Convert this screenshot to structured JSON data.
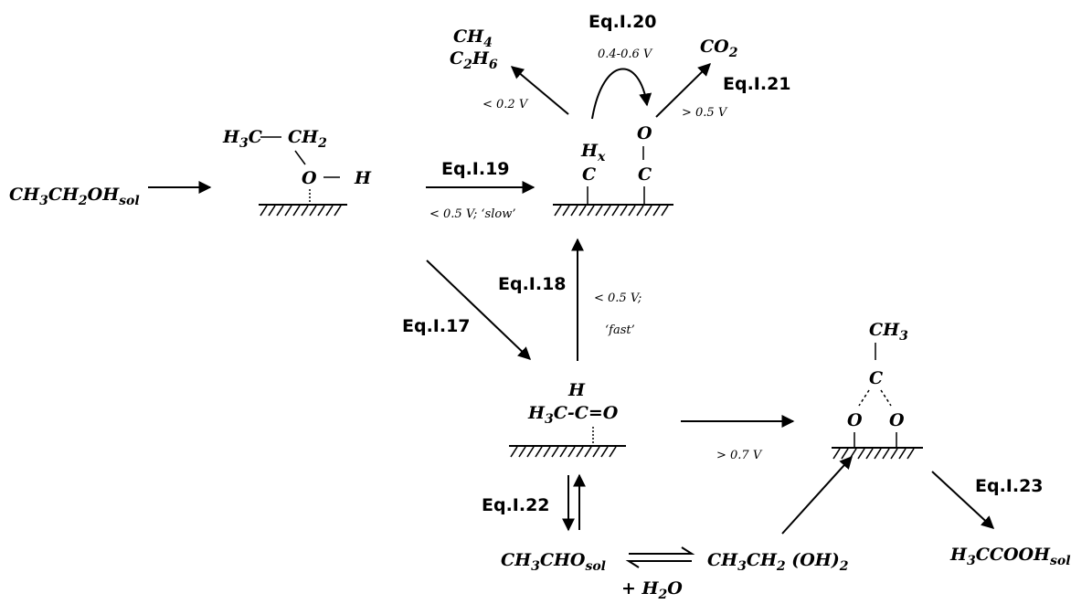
{
  "species": {
    "ethanol_sol": {
      "base": "CH",
      "sub1": "3",
      "mid": "CH",
      "sub2": "2",
      "tail": "OH",
      "sub3": "sol"
    },
    "adsorbed_ethoxy_h3c": "H",
    "adsorbed_ethoxy_h3c_sub": "3",
    "adsorbed_ethoxy_c": "C",
    "adsorbed_ethoxy_ch2": "CH",
    "adsorbed_ethoxy_ch2_sub": "2",
    "adsorbed_ethoxy_o": "O",
    "adsorbed_ethoxy_h": "H",
    "ch4": {
      "base": "CH",
      "sub": "4"
    },
    "c2h6": {
      "base1": "C",
      "sub1": "2",
      "base2": "H",
      "sub2": "6"
    },
    "co2": {
      "base": "CO",
      "sub": "2"
    },
    "hx": {
      "base": "H",
      "sub": "x"
    },
    "c_left": "C",
    "c_right": "C",
    "o_top": "O",
    "acetaldehyde_h": "H",
    "acetaldehyde_main": {
      "base1": "H",
      "sub1": "3",
      "rest": "C-C=O"
    },
    "acetate_ch3": {
      "base": "CH",
      "sub": "3"
    },
    "acetate_c": "C",
    "acetate_o1": "O",
    "acetate_o2": "O",
    "acetaldehyde_sol": {
      "base": "CH",
      "sub1": "3",
      "rest": "CHO",
      "sub2": "sol"
    },
    "gem_diol": {
      "base": "CH",
      "sub1": "3",
      "mid": "CH",
      "sub2": "2",
      "rest": " (OH)",
      "sub3": "2"
    },
    "water": {
      "prefix": "+ H",
      "sub": "2",
      "rest": "O"
    },
    "acetic_acid_sol": {
      "base": "H",
      "sub1": "3",
      "rest": "CCOOH",
      "sub2": "sol"
    }
  },
  "equations": {
    "eq17": "Eq.I.17",
    "eq18": "Eq.I.18",
    "eq19": "Eq.I.19",
    "eq20": "Eq.I.20",
    "eq21": "Eq.I.21",
    "eq22": "Eq.I.22",
    "eq23": "Eq.I.23"
  },
  "conditions": {
    "lt_02v": "< 0.2 V",
    "range_04_06v": "0.4-0.6 V",
    "gt_05v": "> 0.5 V",
    "lt_05v_slow": "< 0.5 V; ‘slow’",
    "lt_05v": "< 0.5 V;",
    "fast": "‘fast’",
    "gt_07v": "> 0.7 V"
  }
}
